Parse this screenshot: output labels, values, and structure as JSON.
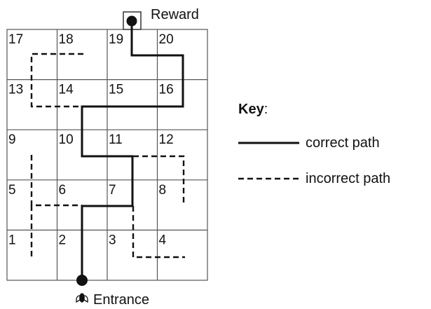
{
  "maze": {
    "cells": [
      {
        "number": "1",
        "col": 0,
        "row": 4
      },
      {
        "number": "2",
        "col": 1,
        "row": 4
      },
      {
        "number": "3",
        "col": 2,
        "row": 4
      },
      {
        "number": "4",
        "col": 3,
        "row": 4
      },
      {
        "number": "5",
        "col": 0,
        "row": 3
      },
      {
        "number": "6",
        "col": 1,
        "row": 3
      },
      {
        "number": "7",
        "col": 2,
        "row": 3
      },
      {
        "number": "8",
        "col": 3,
        "row": 3
      },
      {
        "number": "9",
        "col": 0,
        "row": 2
      },
      {
        "number": "10",
        "col": 1,
        "row": 2
      },
      {
        "number": "11",
        "col": 2,
        "row": 2
      },
      {
        "number": "12",
        "col": 3,
        "row": 2
      },
      {
        "number": "13",
        "col": 0,
        "row": 1
      },
      {
        "number": "14",
        "col": 1,
        "row": 1
      },
      {
        "number": "15",
        "col": 2,
        "row": 1
      },
      {
        "number": "16",
        "col": 3,
        "row": 1
      },
      {
        "number": "17",
        "col": 0,
        "row": 0
      },
      {
        "number": "18",
        "col": 1,
        "row": 0
      },
      {
        "number": "19",
        "col": 2,
        "row": 0
      },
      {
        "number": "20",
        "col": 3,
        "row": 0
      }
    ],
    "reward_label": "Reward",
    "entrance_label": "Entrance"
  },
  "key": {
    "title": "Key",
    "title_suffix": ":",
    "correct_label": "correct path",
    "incorrect_label": "incorrect path"
  },
  "colors": {
    "line": "#111111",
    "grid": "#555555"
  }
}
